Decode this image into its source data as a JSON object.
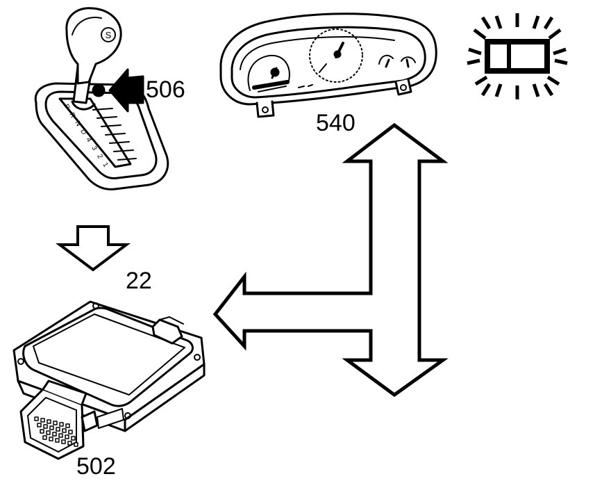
{
  "labels": {
    "shifter": "506",
    "cluster": "540",
    "flow": "22",
    "module": "502"
  },
  "gear_letters": [
    "P",
    "R",
    "N",
    "D",
    "4",
    "3",
    "2",
    "1"
  ],
  "shift_knob_letter": "S",
  "colors": {
    "ink": "#000000",
    "paper": "#ffffff"
  }
}
